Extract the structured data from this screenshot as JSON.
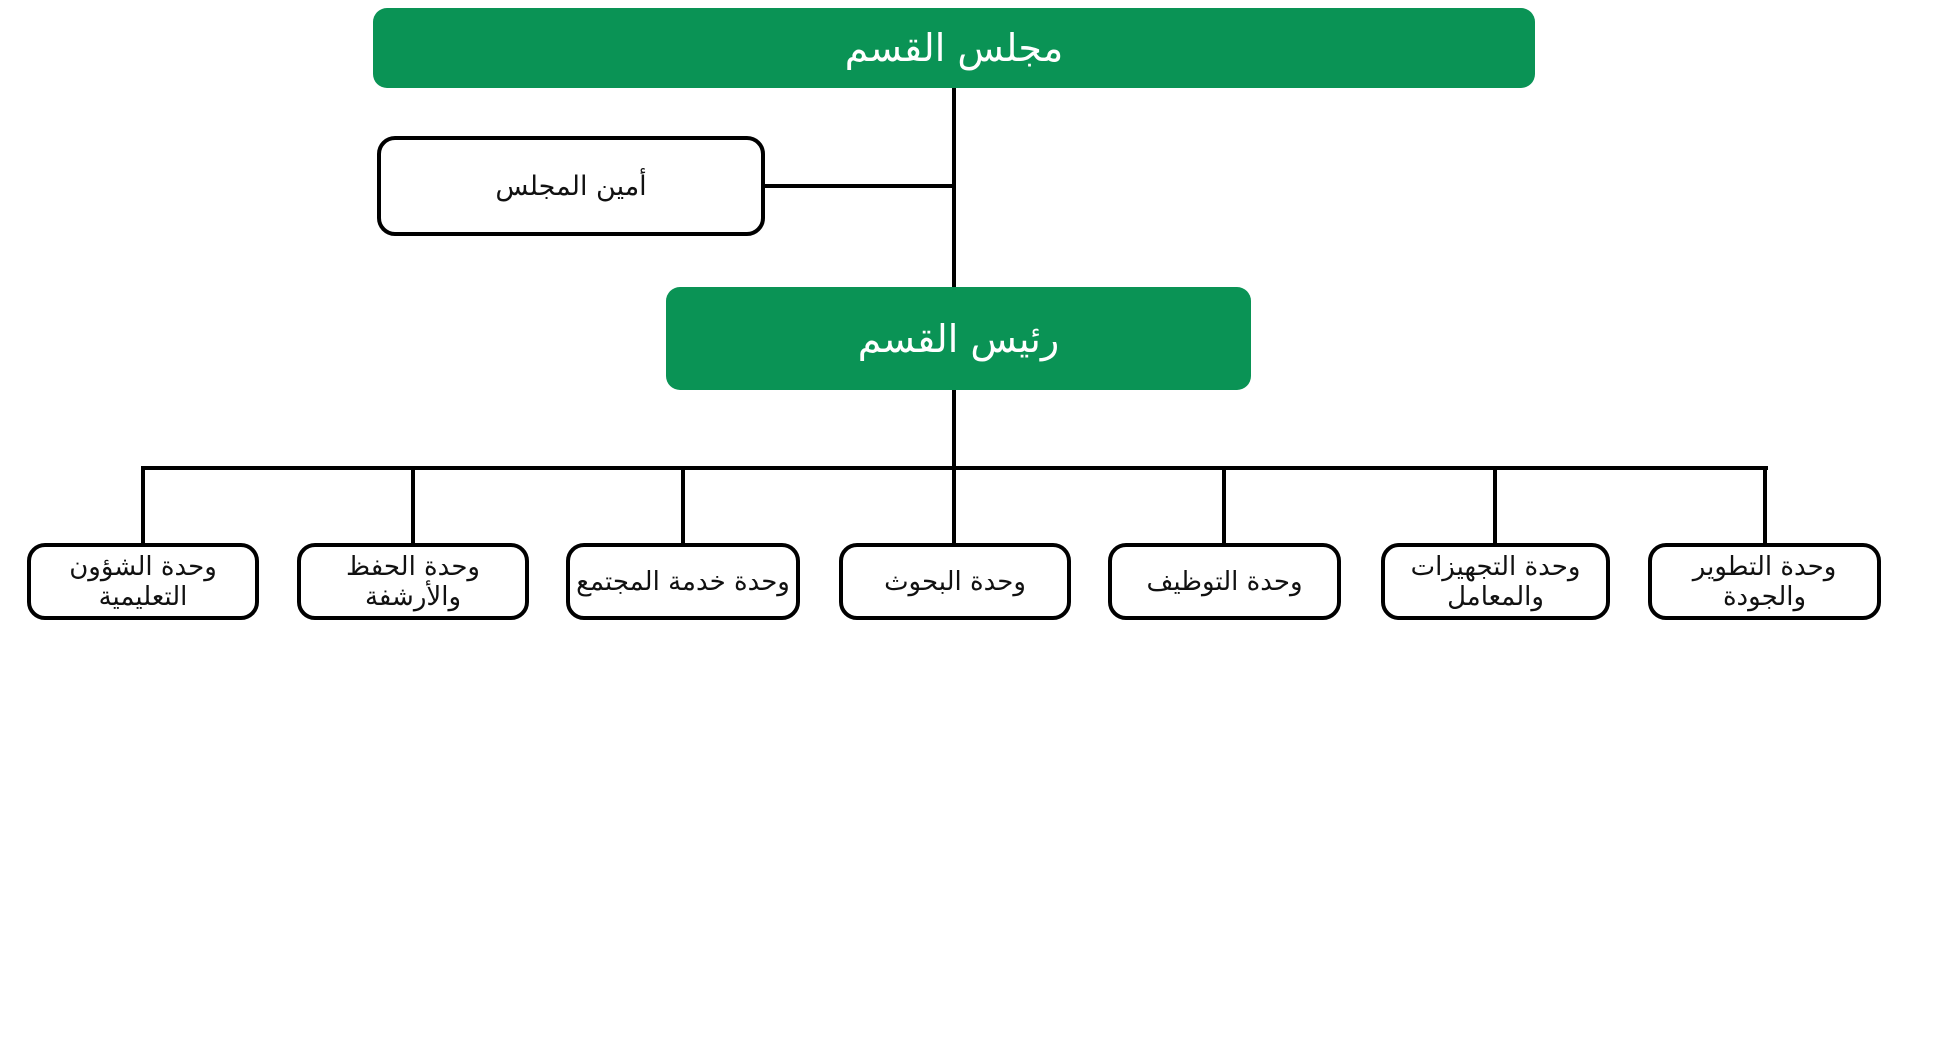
{
  "chart": {
    "type": "org-chart",
    "direction": "rtl",
    "colors": {
      "primary_green": "#0a9355",
      "node_border": "#000000",
      "connector": "#000000",
      "text_on_primary": "#ffffff",
      "text_on_white": "#111111",
      "background": "#ffffff"
    },
    "nodes": {
      "council": {
        "label": "مجلس القسم",
        "style": "primary"
      },
      "secretary": {
        "label": "أمين المجلس",
        "style": "outline"
      },
      "head": {
        "label": "رئيس القسم",
        "style": "primary"
      },
      "units": [
        {
          "label": "وحدة الشؤون التعليمية"
        },
        {
          "label": "وحدة الحفظ والأرشفة"
        },
        {
          "label": "وحدة خدمة المجتمع"
        },
        {
          "label": "وحدة البحوث"
        },
        {
          "label": "وحدة التوظيف"
        },
        {
          "label": "وحدة التجهيزات والمعامل"
        },
        {
          "label": "وحدة التطوير والجودة"
        }
      ]
    },
    "edges": [
      {
        "from": "council",
        "to": "head"
      },
      {
        "from": "council-head-line",
        "to": "secretary"
      },
      {
        "from": "head",
        "to": "units"
      }
    ]
  }
}
